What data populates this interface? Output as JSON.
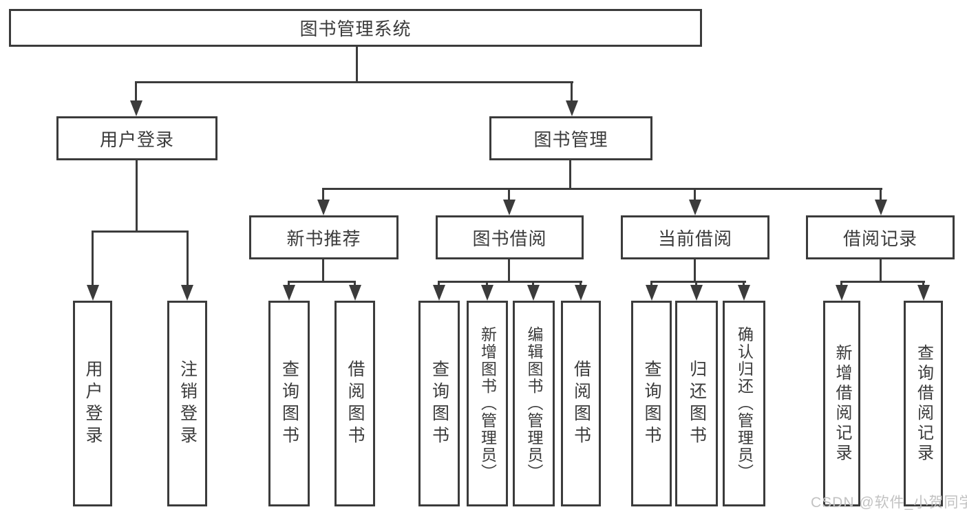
{
  "tree": {
    "root": {
      "label": "图书管理系统",
      "children": [
        {
          "label": "用户登录",
          "children": [
            {
              "label": "用户登录"
            },
            {
              "label": "注销登录"
            }
          ]
        },
        {
          "label": "图书管理",
          "children": [
            {
              "label": "新书推荐",
              "children": [
                {
                  "label": "查询图书"
                },
                {
                  "label": "借阅图书"
                }
              ]
            },
            {
              "label": "图书借阅",
              "children": [
                {
                  "label": "查询图书"
                },
                {
                  "label": "新增图书（管理员）"
                },
                {
                  "label": "编辑图书（管理员）"
                },
                {
                  "label": "借阅图书"
                }
              ]
            },
            {
              "label": "当前借阅",
              "children": [
                {
                  "label": "查询图书"
                },
                {
                  "label": "归还图书"
                },
                {
                  "label": "确认归还（管理员）"
                }
              ]
            },
            {
              "label": "借阅记录",
              "children": [
                {
                  "label": "新增借阅记录"
                },
                {
                  "label": "查询借阅记录"
                }
              ]
            }
          ]
        }
      ]
    }
  },
  "watermark": "CSDN @软件_小贺同学",
  "colors": {
    "line": "#3b3b3b",
    "text": "#3b3b3b",
    "watermark": "#c2c2c2",
    "background": "#ffffff"
  }
}
